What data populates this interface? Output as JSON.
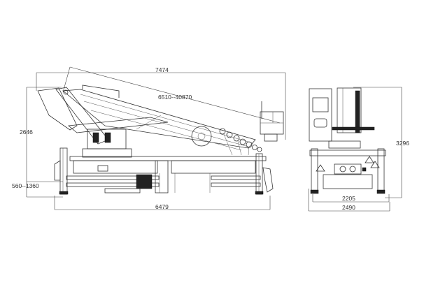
{
  "drawing": {
    "side_view": {
      "overall_length_label": "7474",
      "working_range_label": "6510--40870",
      "stowed_height_label": "2646",
      "outrigger_stroke_label": "560--1360",
      "wheelbase_span_label": "6479"
    },
    "front_view": {
      "overall_height_label": "3296",
      "track_width_label": "2205",
      "overall_width_label": "2490"
    }
  }
}
